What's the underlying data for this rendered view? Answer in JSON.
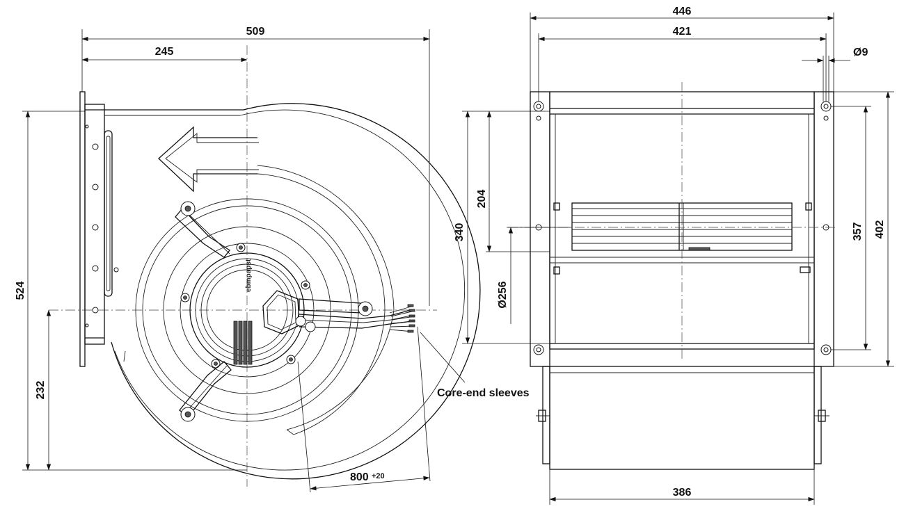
{
  "drawing": {
    "front_view": {
      "dimensions": {
        "overall_width": "509",
        "width_to_center": "245",
        "overall_height": "524",
        "height_to_center": "232",
        "cable_length": "800",
        "cable_tolerance": "+20"
      },
      "callout": "Core-end sleeves",
      "motor_brand": "ebmpapst"
    },
    "side_view": {
      "dimensions": {
        "flange_width": "446",
        "inner_width": "421",
        "hole_diameter": "Ø9",
        "flange_height": "402",
        "hole_spacing_vertical": "357",
        "outlet_height": "340",
        "motor_offset": "204",
        "impeller_diameter": "Ø256",
        "housing_width": "386"
      }
    }
  }
}
